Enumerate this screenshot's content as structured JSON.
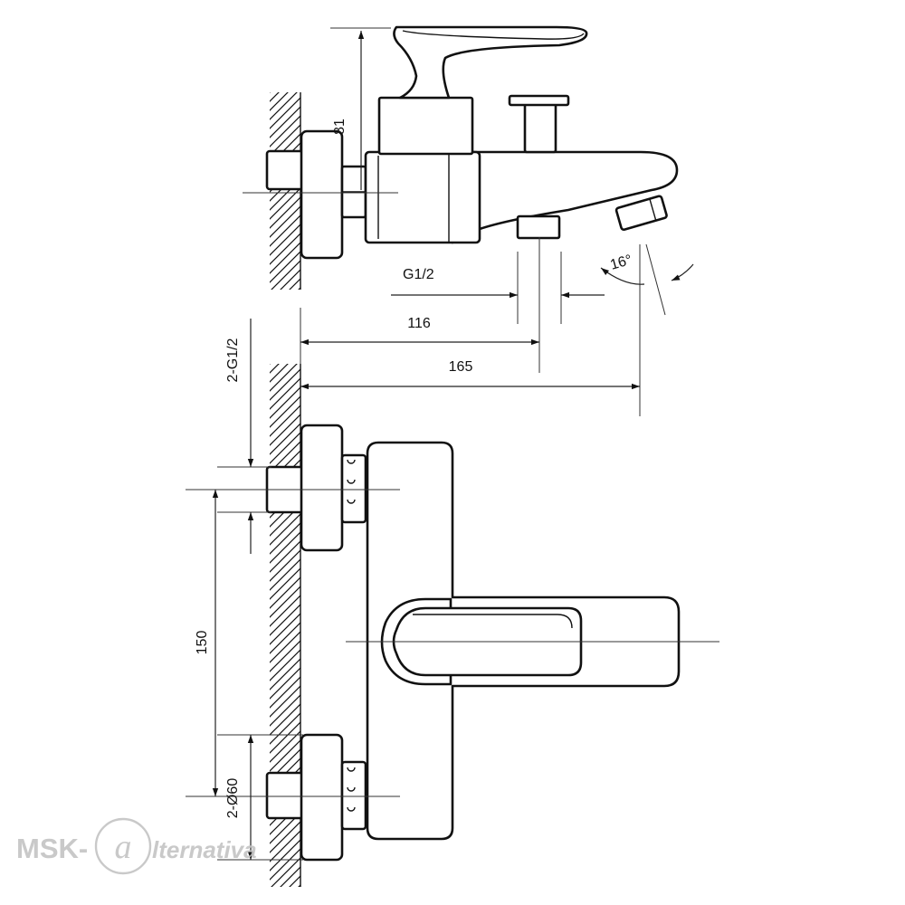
{
  "dimensions": {
    "spout_height": "81",
    "spout_thread": "G1/2",
    "to_diverter": "116",
    "to_spout_tip": "165",
    "inlet_thread": "2-G1/2",
    "centre_distance": "150",
    "flange_diameter": "2-Ø60"
  },
  "angle": {
    "spout_tilt": "16°"
  },
  "watermark": {
    "brand": "MSK-",
    "tail": "lternativa"
  },
  "colors": {
    "line": "#111111",
    "watermark": "#c4c4c4",
    "background": "#ffffff"
  }
}
